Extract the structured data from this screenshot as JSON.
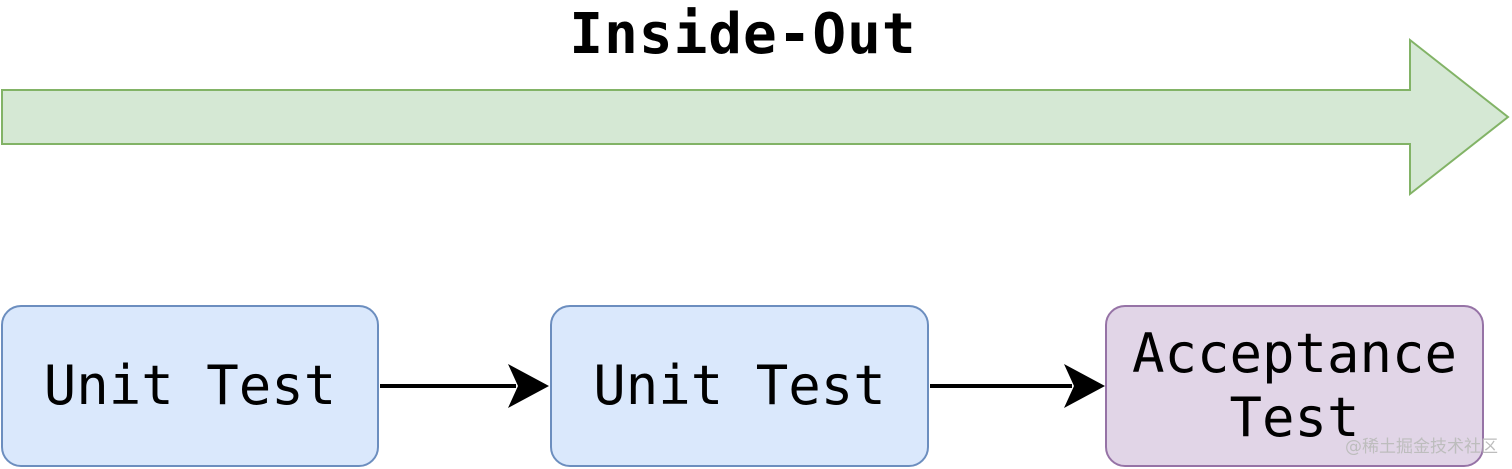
{
  "title": "Inside-Out",
  "colors": {
    "banner_fill": "#d5e8d4",
    "banner_stroke": "#82b366",
    "unit_fill": "#dae8fc",
    "unit_stroke": "#6c8ebf",
    "acceptance_fill": "#e1d5e7",
    "acceptance_stroke": "#9673a6",
    "connector": "#000000"
  },
  "boxes": [
    {
      "label": "Unit Test",
      "kind": "unit"
    },
    {
      "label": "Unit Test",
      "kind": "unit"
    },
    {
      "label": "Acceptance\nTest",
      "kind": "acceptance"
    }
  ],
  "watermark": "@稀土掘金技术社区"
}
